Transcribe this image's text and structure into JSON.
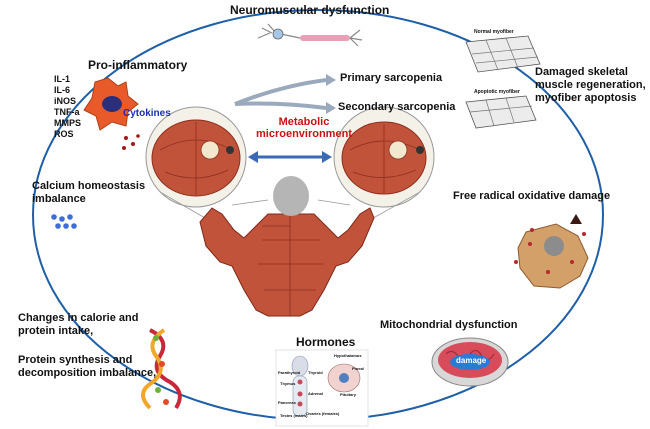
{
  "labels": {
    "neuromuscular": "Neuromuscular dysfunction",
    "proinflammatory": "Pro-inflammatory",
    "cytokines": "Cytokines",
    "mediators": [
      "IL-1",
      "IL-6",
      "iNOS",
      "TNF-a",
      "MMPS",
      "ROS"
    ],
    "primary": "Primary sarcopenia",
    "secondary": "Secondary sarcopenia",
    "metabolic_line1": "Metabolic",
    "metabolic_line2": "microenvironment",
    "damaged_line1": "Damaged skeletal",
    "damaged_line2": "muscle regeneration,",
    "damaged_line3": "myofiber apoptosis",
    "calcium_line1": "Calcium homeostasis",
    "calcium_line2": "imbalance",
    "free_radical": "Free radical oxidative damage",
    "calorie_line1": "Changes in calorie and",
    "calorie_line2": "protein intake,",
    "protein_line1": "Protein synthesis and",
    "protein_line2": "decomposition imbalance,",
    "hormones": "Hormones",
    "mitochondrial": "Mitochondrial dysfunction",
    "damage": "damage"
  },
  "myofiber_labels": {
    "normal": "Normal myofiber",
    "apoptotic": "Apoptotic myofiber"
  },
  "hormone_labels": {
    "hypothalamus": "Hypothalamus",
    "thyroid": "Thyroid",
    "parathyroid": "Parathyroid",
    "thymus": "Thymus",
    "adrenal": "Adrenal",
    "pancreas": "Pancreas",
    "pituitary": "Pituitary",
    "pineal": "Pineal",
    "testes": "Testes (males)",
    "ovaries": "Ovaries (females)"
  },
  "colors": {
    "cycle": "#1f5fa8",
    "title_red": "#cc1111",
    "cytokine_blue": "#1a2fb0",
    "muscle": "#c1533b"
  }
}
